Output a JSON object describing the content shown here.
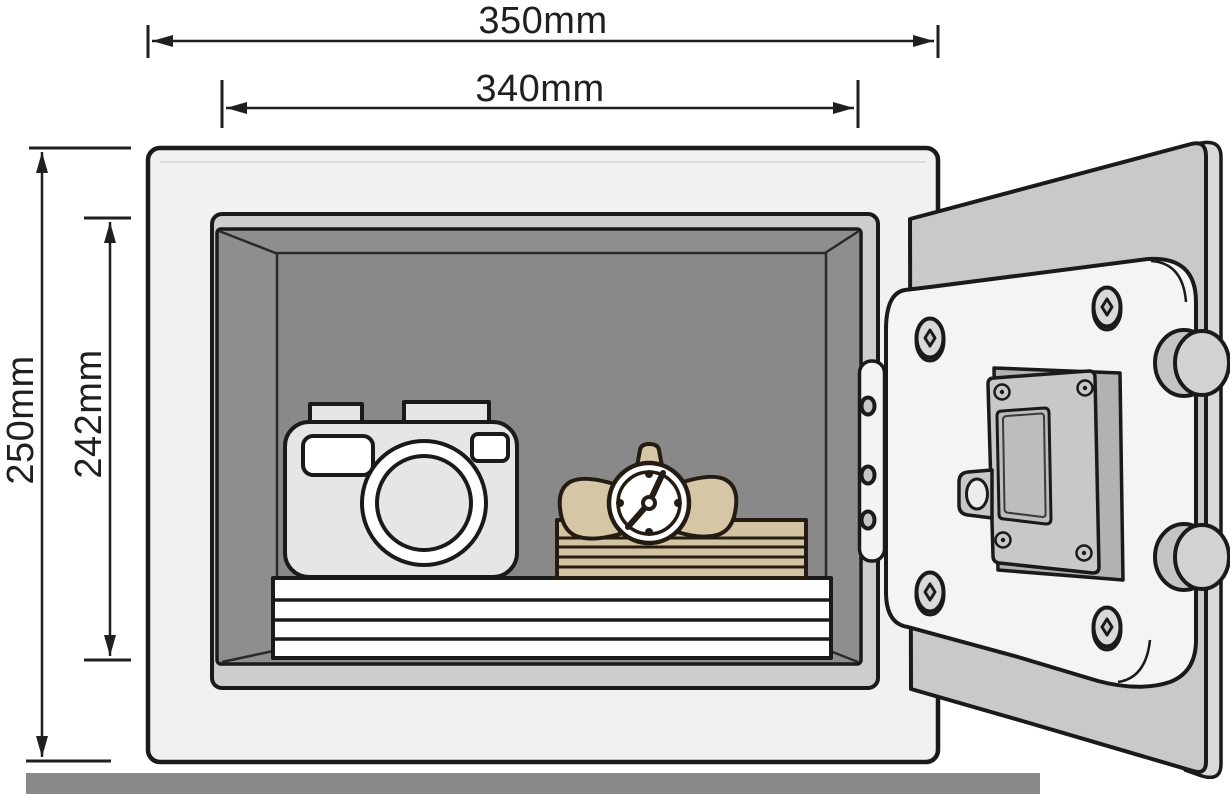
{
  "page": {
    "background": "#ffffff"
  },
  "diagram": {
    "type": "dimension-illustration",
    "subject": "Compact safe shown with door open; interior holds a camera, a wristwatch and stacked documents; exterior and interior dimensions are annotated",
    "dimensions": {
      "outer_width": "350mm",
      "inner_width": "340mm",
      "outer_height": "250mm",
      "inner_height": "242mm"
    },
    "objects": [
      "safe body",
      "interior compartment",
      "shelf",
      "camera",
      "wristwatch",
      "document stack",
      "hinge plate",
      "open door",
      "lock plate",
      "lock bolts",
      "floor line"
    ]
  },
  "colors": {
    "outline": "#1a1a1a",
    "safe_face": "#f1f1f1",
    "frame": "#cdcdcd",
    "interior": "#8e8e8e",
    "interior_back": "#898989",
    "shelf": "#fdfdfd",
    "paper_beige": "#d2c3a3",
    "strap_beige": "#d5c6a6",
    "watch_outline": "#241c12",
    "door_slab": "#c9c9c9",
    "door_slab_side": "#dadada",
    "door_face": "#f4f4f4",
    "hinge_plate": "#f3f3f3",
    "keypad_front": "#c8c8c8",
    "keypad_side": "#b2b2b2",
    "keypad_recess": "#bdbdbd",
    "bolt_fill": "#d9d9d9",
    "bolt_hole": "#c6c6c6",
    "pin_fill": "#d2d2d2",
    "pin_rear": "#c4c4c4",
    "camera_body": "#e6e6e6",
    "floor": "#8a8a8a",
    "dim": "#1f1f1f"
  }
}
